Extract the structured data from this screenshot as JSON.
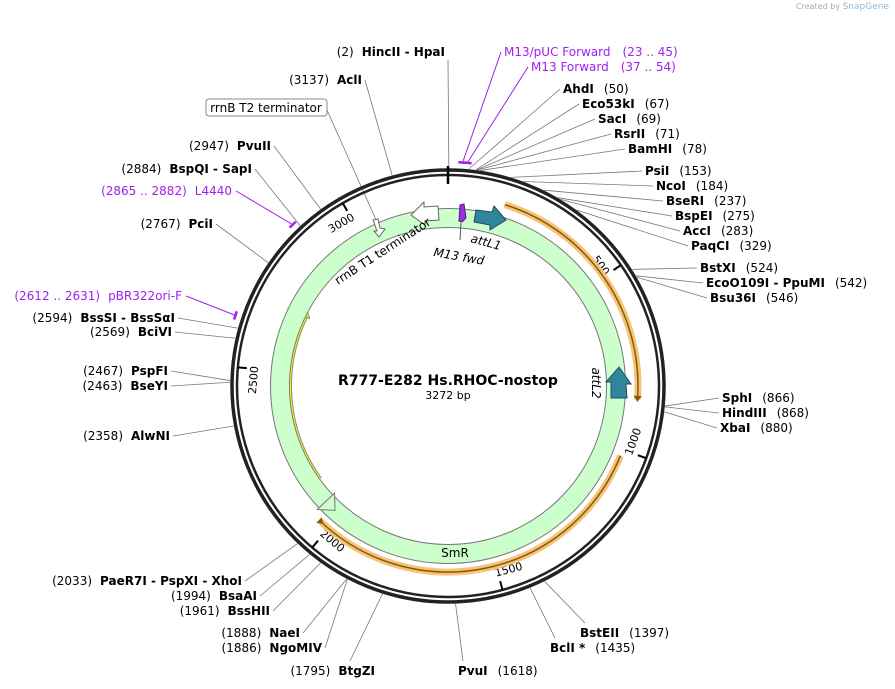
{
  "credit": {
    "created_by": "Created by",
    "brand": "SnapGene"
  },
  "map": {
    "name": "R777-E282 Hs.RHOC-nostop",
    "length_label": "3272 bp",
    "length": 3272,
    "tick_labels": [
      "500",
      "1000",
      "1500",
      "2000",
      "2500",
      "3000"
    ]
  },
  "enzymes": [
    {
      "name": "HincII  -  HpaI",
      "pos": "(2)",
      "site": 2
    },
    {
      "name": "AclI",
      "pos": "(3137)",
      "site": 3137
    },
    {
      "name": "PvuII",
      "pos": "(2947)",
      "site": 2947
    },
    {
      "name": "BspQI  -  SapI",
      "pos": "(2884)",
      "site": 2884
    },
    {
      "name": "PciI",
      "pos": "(2767)",
      "site": 2767
    },
    {
      "name": "BssSI  -  BssSαI",
      "pos": "(2594)",
      "site": 2594
    },
    {
      "name": "BciVI",
      "pos": "(2569)",
      "site": 2569
    },
    {
      "name": "PspFI",
      "pos": "(2467)",
      "site": 2467
    },
    {
      "name": "BseYI",
      "pos": "(2463)",
      "site": 2463
    },
    {
      "name": "AlwNI",
      "pos": "(2358)",
      "site": 2358
    },
    {
      "name": "PaeR7I  -  PspXI  -  XhoI",
      "pos": "(2033)",
      "site": 2033
    },
    {
      "name": "BsaAI",
      "pos": "(1994)",
      "site": 1994
    },
    {
      "name": "BssHII",
      "pos": "(1961)",
      "site": 1961
    },
    {
      "name": "NaeI",
      "pos": "(1888)",
      "site": 1888
    },
    {
      "name": "NgoMIV",
      "pos": "(1886)",
      "site": 1886
    },
    {
      "name": "BtgZI",
      "pos": "(1795)",
      "site": 1795
    },
    {
      "name": "PvuI",
      "pos": "(1618)",
      "site": 1618
    },
    {
      "name": "BclI *",
      "pos": "(1435)",
      "site": 1435
    },
    {
      "name": "BstEII",
      "pos": "(1397)",
      "site": 1397
    },
    {
      "name": "AhdI",
      "pos": "(50)",
      "site": 50
    },
    {
      "name": "Eco53kI",
      "pos": "(67)",
      "site": 67
    },
    {
      "name": "SacI",
      "pos": "(69)",
      "site": 69
    },
    {
      "name": "RsrII",
      "pos": "(71)",
      "site": 71
    },
    {
      "name": "BamHI",
      "pos": "(78)",
      "site": 78
    },
    {
      "name": "PsiI",
      "pos": "(153)",
      "site": 153
    },
    {
      "name": "NcoI",
      "pos": "(184)",
      "site": 184
    },
    {
      "name": "BseRI",
      "pos": "(237)",
      "site": 237
    },
    {
      "name": "BspEI",
      "pos": "(275)",
      "site": 275
    },
    {
      "name": "AccI",
      "pos": "(283)",
      "site": 283
    },
    {
      "name": "PaqCI",
      "pos": "(329)",
      "site": 329
    },
    {
      "name": "BstXI",
      "pos": "(524)",
      "site": 524
    },
    {
      "name": "EcoO109I  -  PpuMI",
      "pos": "(542)",
      "site": 542
    },
    {
      "name": "Bsu36I",
      "pos": "(546)",
      "site": 546
    },
    {
      "name": "SphI",
      "pos": "(866)",
      "site": 866
    },
    {
      "name": "HindIII",
      "pos": "(868)",
      "site": 868
    },
    {
      "name": "XbaI",
      "pos": "(880)",
      "site": 880
    }
  ],
  "primers": [
    {
      "name": "M13/pUC Forward",
      "range": "(23 .. 45)",
      "site": 34
    },
    {
      "name": "M13 Forward",
      "range": "(37 .. 54)",
      "site": 45
    },
    {
      "name": "L4440",
      "range": "(2865 .. 2882)",
      "site": 2873
    },
    {
      "name": "pBR322ori-F",
      "range": "(2612 .. 2631)",
      "site": 2621
    }
  ],
  "features": {
    "rrnB_T2": "rrnB T2 terminator",
    "rrnB_T1": "rrnB T1 terminator",
    "m13_fwd": "M13 fwd",
    "attL1": "attL1",
    "attL2": "attL2",
    "ori": "ori",
    "smr": "SmR"
  },
  "colors": {
    "primer": "#a020f0",
    "ori": "#ffff00",
    "smr": "#ccffcc",
    "att": "#31849b",
    "orf": "#f5c37a",
    "m13": "#9b30e0"
  }
}
